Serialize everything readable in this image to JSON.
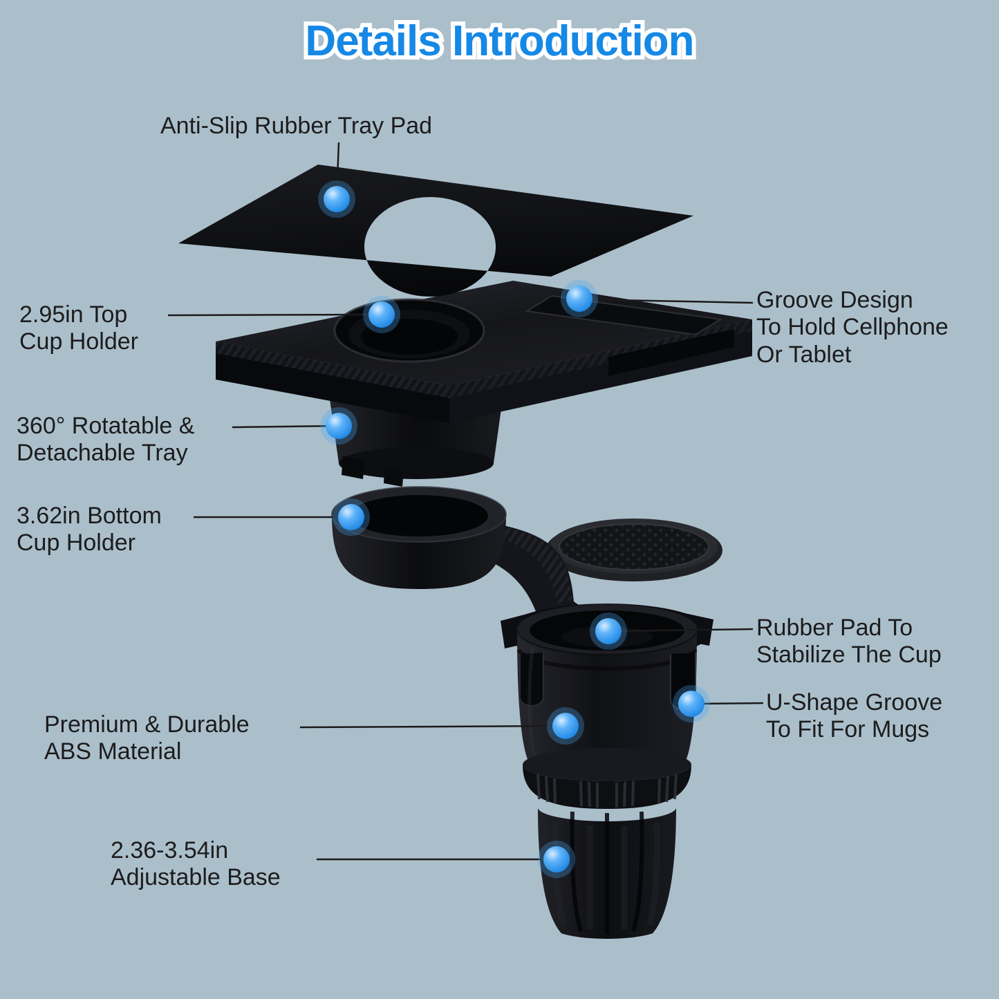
{
  "title": "Details Introduction",
  "colors": {
    "background": "#abbfcb",
    "title_text": "#1688e6",
    "title_outline": "#ffffff",
    "label_text": "#1c1c1c",
    "callout_line": "#1a1a1a",
    "callout_dot": "#1d8df0",
    "product_body": "#101114"
  },
  "callouts": {
    "tray_pad": {
      "label": "Anti-Slip Rubber Tray Pad"
    },
    "top_cup_holder": {
      "label": "2.95in Top\nCup Holder"
    },
    "groove_design": {
      "label": "Groove Design\nTo Hold Cellphone\nOr Tablet"
    },
    "rotatable_tray": {
      "label": "360° Rotatable &\nDetachable Tray"
    },
    "bottom_cup_holder": {
      "label": "3.62in Bottom\nCup Holder"
    },
    "rubber_pad": {
      "label": "Rubber Pad To\nStabilize The Cup"
    },
    "u_shape_groove": {
      "label": "U-Shape Groove\nTo Fit For Mugs"
    },
    "abs_material": {
      "label": "Premium & Durable\nABS Material"
    },
    "adjustable_base": {
      "label": "2.36-3.54in\nAdjustable Base"
    }
  }
}
